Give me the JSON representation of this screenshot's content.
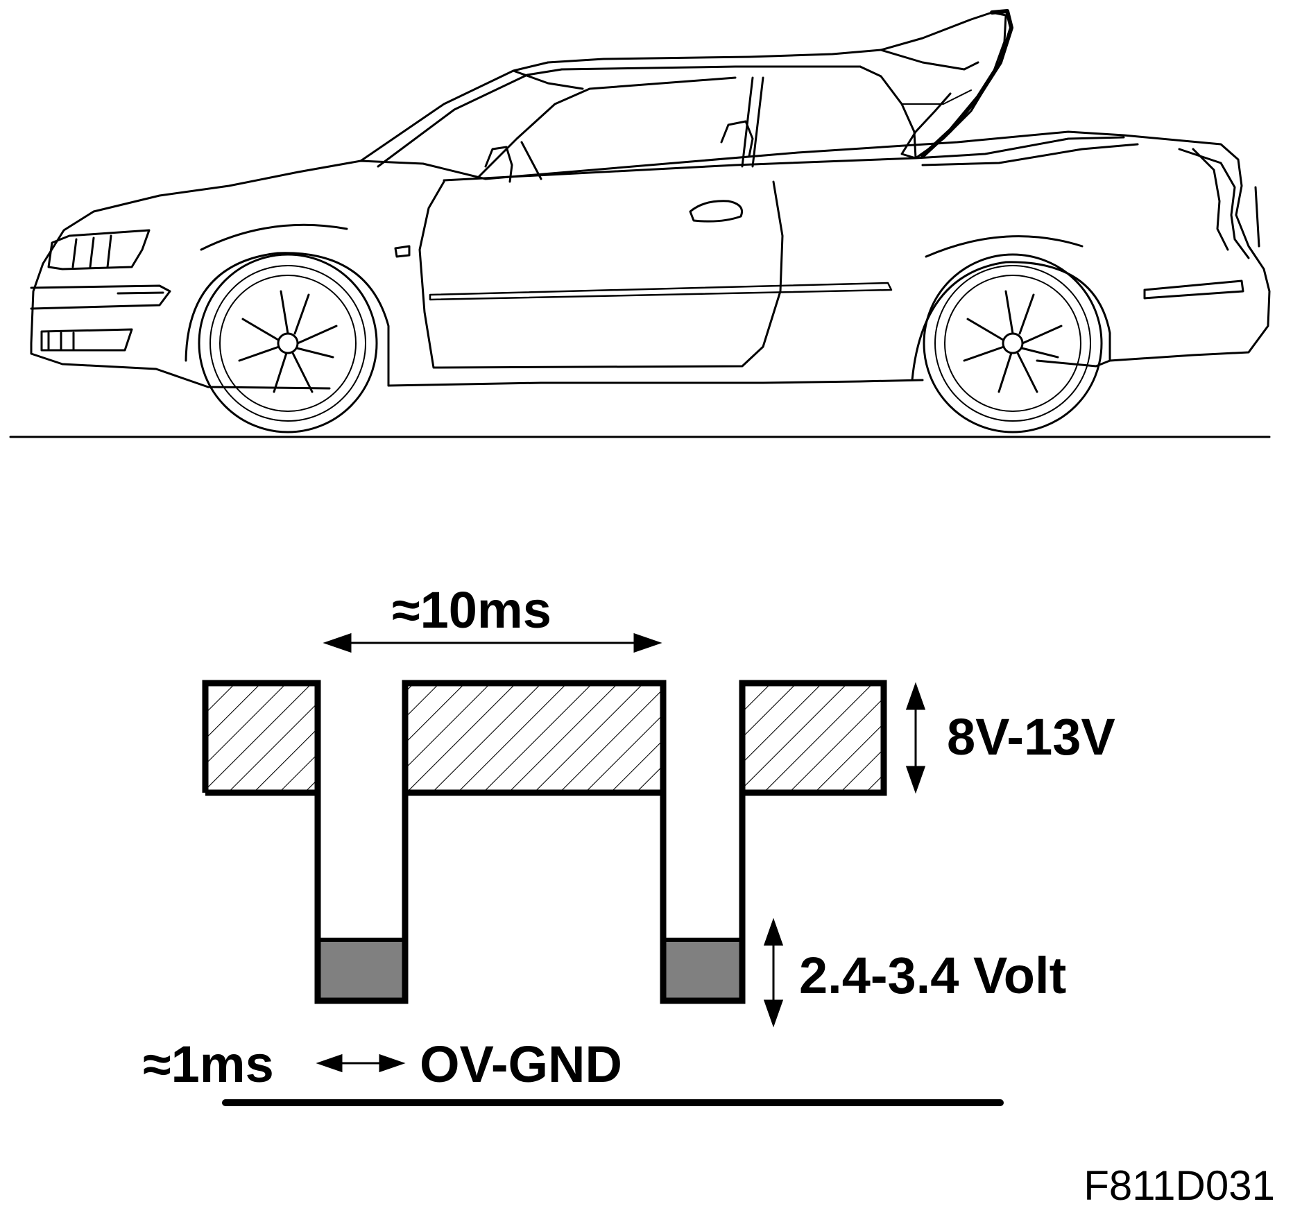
{
  "figure": {
    "labels": {
      "period": "≈10ms",
      "high_level": "8V-13V",
      "low_level": "2.4-3.4 Volt",
      "pulse_width": "≈1ms",
      "ground": "OV-GND"
    },
    "code": "F811D031"
  },
  "colors": {
    "line": "#000000",
    "low_fill": "#808080",
    "background": "#ffffff"
  }
}
